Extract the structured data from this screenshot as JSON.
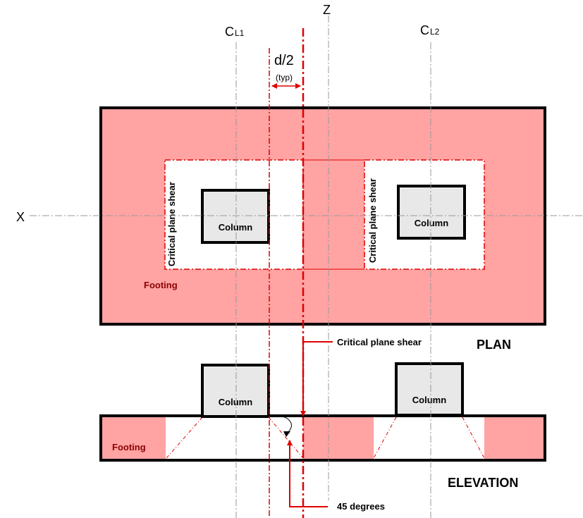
{
  "axes": {
    "z_label": "Z",
    "x_label": "X",
    "cl1_main": "C",
    "cl1_sub": "L1",
    "cl2_main": "C",
    "cl2_sub": "L2"
  },
  "dimension": {
    "value": "d/2",
    "note": "(typ)"
  },
  "plan": {
    "title": "PLAN",
    "footing_label": "Footing",
    "column1_label": "Column",
    "column2_label": "Column",
    "critical1_label": "Critical plane shear",
    "critical2_label": "Critical plane shear"
  },
  "elevation": {
    "title": "ELEVATION",
    "footing_label": "Footing",
    "column1_label": "Column",
    "column2_label": "Column",
    "critical_callout": "Critical plane shear",
    "angle_callout": "45 degrees"
  },
  "colors": {
    "footing_fill": "#ffa3a3",
    "column_fill": "#e8e8e8",
    "outline": "#000000",
    "accent_red": "#e00000",
    "dark_red": "#8b0000",
    "centerline_gray": "#999999"
  }
}
